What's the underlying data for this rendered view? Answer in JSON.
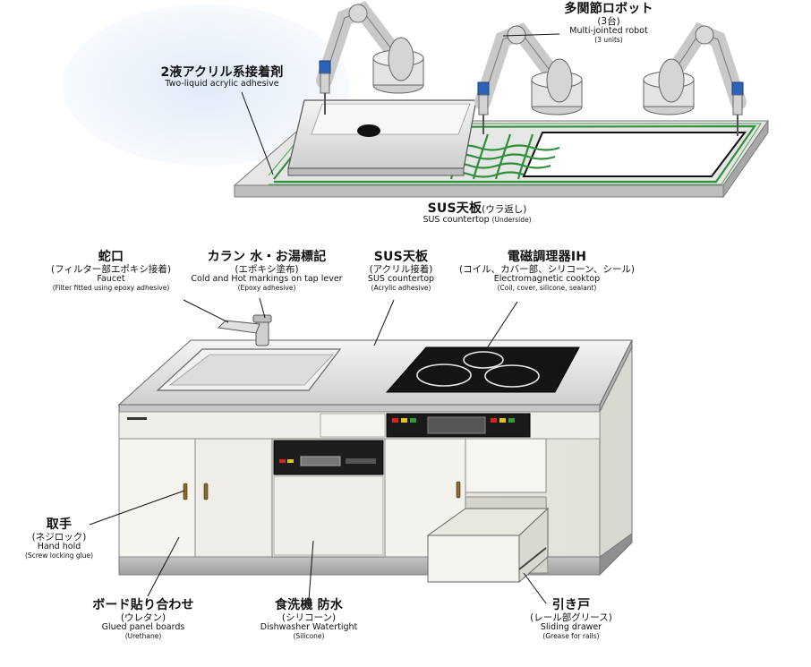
{
  "colors": {
    "adhesive_bead": "#2f8f3a",
    "robot_accent": "#2b63b8",
    "led_red": "#d9231f",
    "led_yellow": "#e3c21a",
    "led_green": "#2f9b3a",
    "cooktop": "#141414"
  },
  "labels": {
    "robot": {
      "ja": "多関節ロボット",
      "jp": "(3台)",
      "en": "Multi-jointed robot",
      "ep": "(3 units)"
    },
    "adhesive": {
      "ja": "2液アクリル系接着剤",
      "en": "Two-liquid acrylic adhesive"
    },
    "countertop_under": {
      "ja": "SUS天板",
      "jp": "(ウラ返し)",
      "en": "SUS countertop",
      "ep": "(Underside)"
    },
    "faucet": {
      "ja": "蛇口",
      "jp": "(フィルター部エポキシ接着)",
      "en": "Faucet",
      "ep": "(Filter fitted using epoxy adhesive)"
    },
    "lever": {
      "ja": "カラン 水・お湯標記",
      "jp": "(エポキシ塗布)",
      "en": "Cold and Hot markings on tap lever",
      "ep": "(Epoxy adhesive)"
    },
    "countertop": {
      "ja": "SUS天板",
      "jp": "(アクリル接着)",
      "en": "SUS countertop",
      "ep": "(Acrylic adhesive)"
    },
    "cooktop": {
      "ja": "電磁調理器IH",
      "jp": "(コイル、カバー部、シリコーン、シール)",
      "en": "Electromagnetic cooktop",
      "ep": "(Coil, cover, silicone, sealant)"
    },
    "handle": {
      "ja": "取手",
      "jp": "(ネジロック)",
      "en": "Hand hold",
      "ep": "(Screw locking glue)"
    },
    "panel": {
      "ja": "ボード貼り合わせ",
      "jp": "(ウレタン)",
      "en": "Glued panel boards",
      "ep": "(Urethane)"
    },
    "dishwasher": {
      "ja": "食洗機 防水",
      "jp": "(シリコーン)",
      "en": "Dishwasher Watertight",
      "ep": "(Silicone)"
    },
    "drawer": {
      "ja": "引き戸",
      "jp": "(レール部グリース)",
      "en": "Sliding drawer",
      "ep": "(Grease for rails)"
    }
  }
}
